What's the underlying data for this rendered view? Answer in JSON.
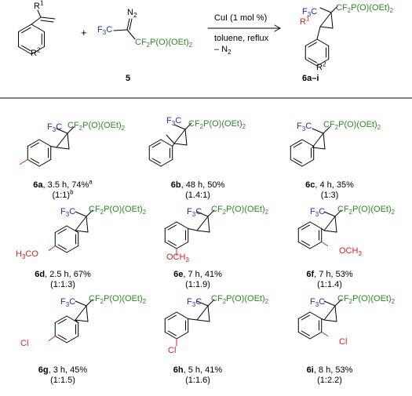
{
  "colors": {
    "cf3": "#1f2fbf",
    "phosphonate": "#2a8a1f",
    "substituent": "#dd2020"
  },
  "reaction": {
    "reactant_r1": "R",
    "reactant_r1_sup": "1",
    "reactant_r2": "R",
    "reactant_r2_sup": "2",
    "plus": "+",
    "diazo_n2": "N",
    "diazo_n2_sub": "2",
    "diazo_cf3": "F3C",
    "diazo_phosphonate": "CF2P(O)(OEt)2",
    "reagent_label": "5",
    "conditions": [
      "CuI (1 mol %)",
      "toluene, reflux",
      "– N2"
    ],
    "product_cf3": "F3C",
    "product_phosphonate": "CF2P(O)(OEt)2",
    "product_r1": "R",
    "product_r1_sup": "1",
    "product_r2": "R",
    "product_r2_sup": "2",
    "product_label": "6a–i"
  },
  "products": [
    {
      "id": "6a",
      "detail": ", 3.5 h, 74%",
      "note": "a",
      "ratio": "(1:1)",
      "ratio_note": "b"
    },
    {
      "id": "6b",
      "detail": ", 48 h, 50%",
      "ratio": "(1.4:1)"
    },
    {
      "id": "6c",
      "detail": ", 4 h, 35%",
      "ratio": "(1:3)"
    },
    {
      "id": "6d",
      "detail": ", 2.5 h, 67%",
      "ratio": "(1:1.3)",
      "substituent": "H3CO"
    },
    {
      "id": "6e",
      "detail": ", 7 h, 41%",
      "ratio": "(1:1.9)",
      "substituent": "OCH3"
    },
    {
      "id": "6f",
      "detail": ", 7 h, 53%",
      "ratio": "(1:1.4)",
      "substituent": "OCH3"
    },
    {
      "id": "6g",
      "detail": ", 3 h, 45%",
      "ratio": "(1:1.5)",
      "substituent": "Cl"
    },
    {
      "id": "6h",
      "detail": ", 5 h, 41%",
      "ratio": "(1:1.6)",
      "substituent": "Cl"
    },
    {
      "id": "6i",
      "detail": ", 8 h, 53%",
      "ratio": "(1:2.2)",
      "substituent": "Cl"
    }
  ]
}
